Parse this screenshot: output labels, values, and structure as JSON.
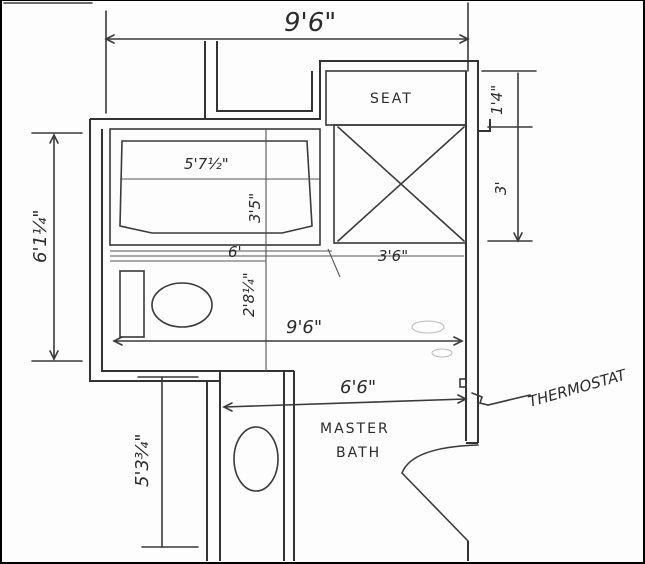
{
  "labels": {
    "overall_width": "9'6\"",
    "tub_length": "5'7½\"",
    "tub_width": "3'5\"",
    "seat": "SEAT",
    "six_ft": "6'",
    "shower_width": "3'6\"",
    "toilet_space": "2'8¼\"",
    "interior_width": "9'6\"",
    "lower_width": "6'6\"",
    "left_height": "6'1¼\"",
    "vanity_depth": "5'3¾\"",
    "seat_depth": "1'4\"",
    "shower_depth": "3'",
    "thermostat": "THERMOSTAT",
    "room_line1": "MASTER",
    "room_line2": "BATH"
  }
}
